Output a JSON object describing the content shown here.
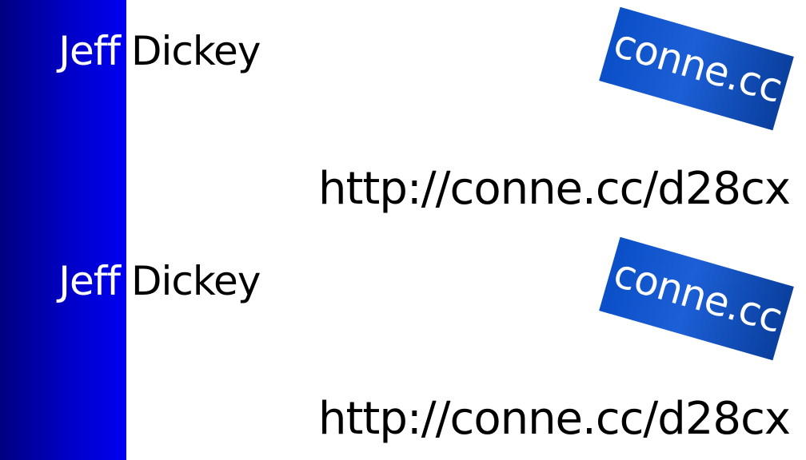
{
  "cards": [
    {
      "first_name": "Jeff",
      "last_name": "Dickey",
      "logo_text": "conne.cc",
      "url": "http://conne.cc/d28cx"
    },
    {
      "first_name": "Jeff",
      "last_name": "Dickey",
      "logo_text": "conne.cc",
      "url": "http://conne.cc/d28cx"
    }
  ],
  "colors": {
    "side_bar_dark": "#000080",
    "side_bar_light": "#0000f2",
    "logo_blue": "#1c5fd6",
    "text": "#000000",
    "background": "#ffffff"
  }
}
